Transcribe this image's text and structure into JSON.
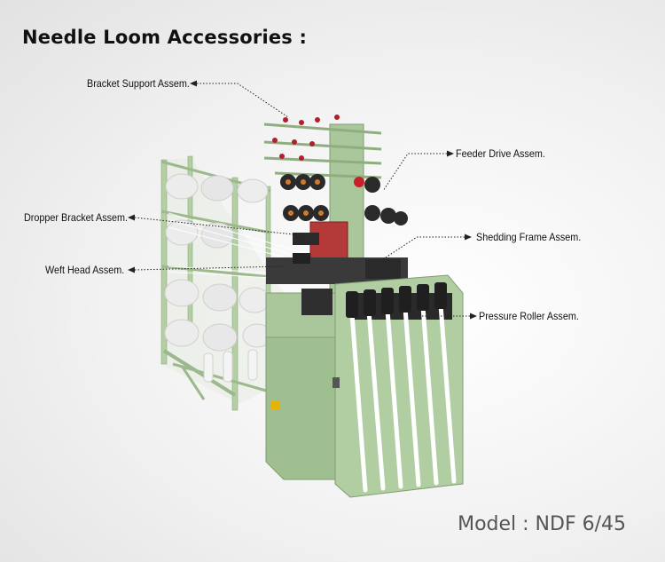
{
  "header": {
    "title": "Needle Loom Accessories :"
  },
  "callouts": {
    "bracket_support": "Bracket Support Assem.",
    "feeder_drive": "Feeder Drive Assem.",
    "dropper_bracket": "Dropper Bracket Assem.",
    "shedding_frame": "Shedding Frame Assem.",
    "weft_head": "Weft Head Assem.",
    "pressure_roller": "Pressure Roller Assem."
  },
  "footer": {
    "model": "Model : NDF 6/45"
  },
  "colors": {
    "machine_green": "#a9c79b",
    "machine_green_dark": "#7f9d72",
    "frame_green": "#b4cfa3",
    "bobbin": "#eaeaea",
    "shaft_black": "#2a2a2a",
    "accent_red": "#b0202a"
  }
}
